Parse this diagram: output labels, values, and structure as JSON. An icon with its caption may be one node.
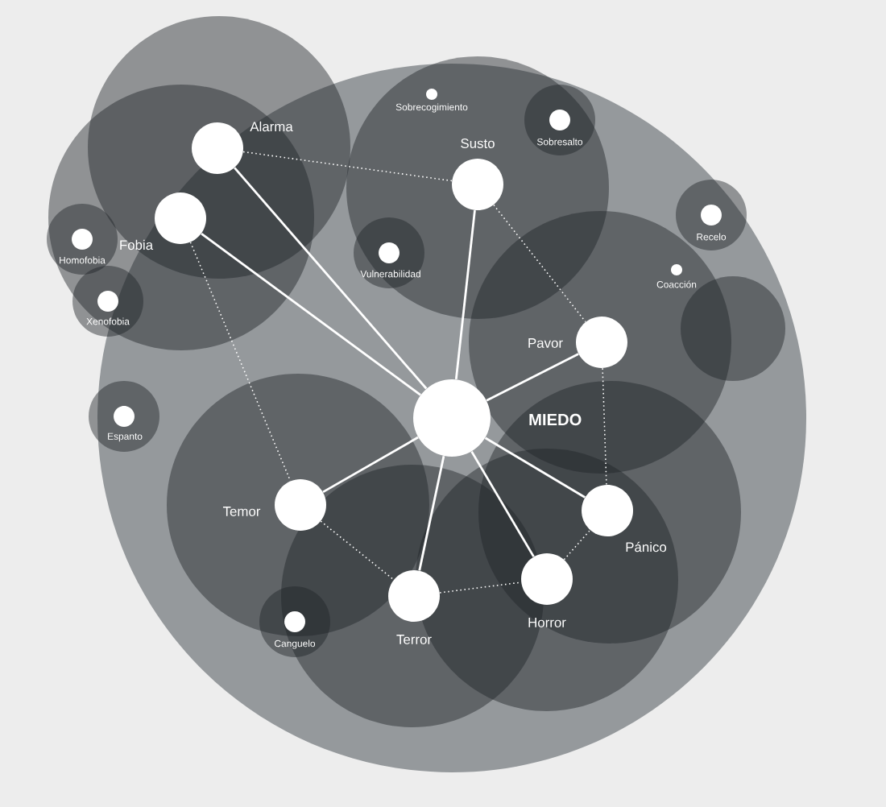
{
  "diagram": {
    "nodes": [
      {
        "text": [
          "Alarma"
        ]
      },
      {
        "text": [
          "Fobia"
        ]
      },
      {
        "text": [
          "Susto"
        ]
      },
      {
        "text": [
          "Sobrecogimiento"
        ]
      },
      {
        "text": [
          "Sobresalto"
        ]
      },
      {
        "text": [
          "Recelo"
        ]
      },
      {
        "text": [
          "Homofobia"
        ]
      },
      {
        "text": [
          "Vulnerabilidad"
        ]
      },
      {
        "text": [
          "Coacción"
        ]
      },
      {
        "text": [
          "Xenofobia"
        ]
      },
      {
        "text": [
          "Pavor"
        ]
      },
      {
        "text": [
          "Espanto"
        ]
      },
      {
        "text": [
          "MIEDO"
        ]
      },
      {
        "text": [
          "Temor"
        ]
      },
      {
        "text": [
          "Pánico"
        ]
      },
      {
        "text": [
          "Canguelo"
        ]
      },
      {
        "text": [
          "Terror"
        ]
      },
      {
        "text": [
          "Horror"
        ]
      }
    ],
    "edges": [
      {
        "from": 12,
        "to": 0,
        "arrow": "none"
      },
      {
        "from": 12,
        "to": 1,
        "arrow": "none"
      },
      {
        "from": 12,
        "to": 2,
        "arrow": "none"
      },
      {
        "from": 12,
        "to": 10,
        "arrow": "none"
      },
      {
        "from": 12,
        "to": 13,
        "arrow": "none"
      },
      {
        "from": 12,
        "to": 16,
        "arrow": "none"
      },
      {
        "from": 12,
        "to": 17,
        "arrow": "none"
      },
      {
        "from": 12,
        "to": 14,
        "arrow": "none"
      },
      {
        "from": 0,
        "to": 2,
        "arrow": "none",
        "style": "dashed"
      },
      {
        "from": 1,
        "to": 13,
        "arrow": "none",
        "style": "dashed"
      },
      {
        "from": 2,
        "to": 10,
        "arrow": "none",
        "style": "dashed"
      },
      {
        "from": 10,
        "to": 14,
        "arrow": "none",
        "style": "dashed"
      },
      {
        "from": 13,
        "to": 16,
        "arrow": "none",
        "style": "dashed"
      },
      {
        "from": 16,
        "to": 17,
        "arrow": "none",
        "style": "dashed"
      },
      {
        "from": 17,
        "to": 14,
        "arrow": "none",
        "style": "dashed"
      }
    ]
  }
}
